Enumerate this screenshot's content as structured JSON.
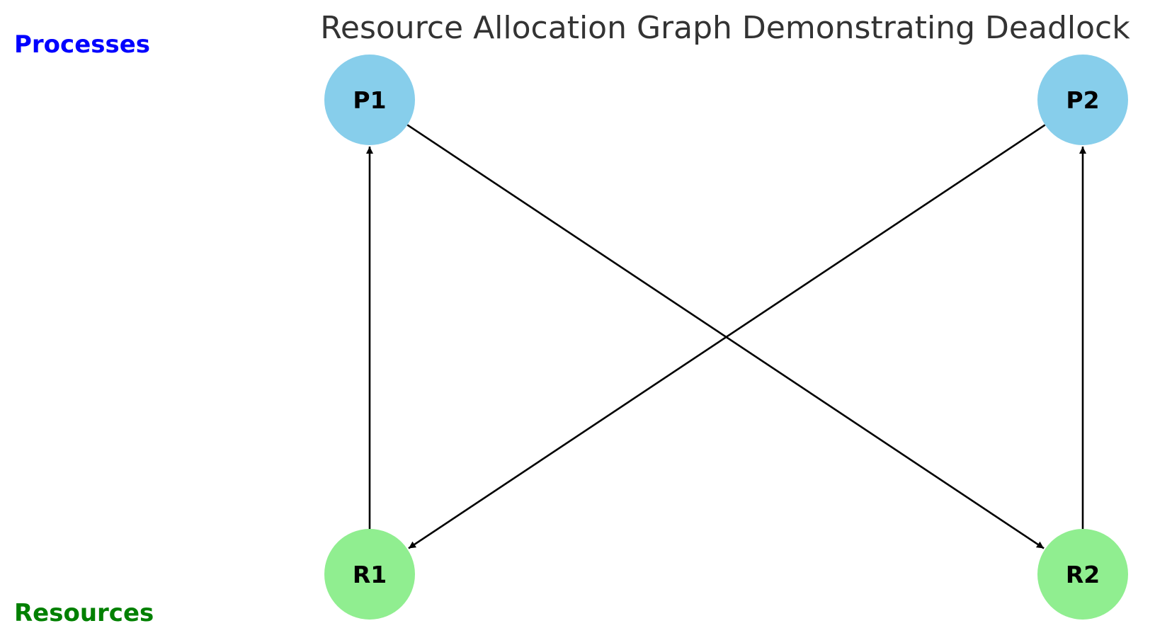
{
  "diagram": {
    "title": "Resource Allocation Graph Demonstrating Deadlock",
    "group_labels": {
      "processes": "Processes",
      "resources": "Resources"
    },
    "colors": {
      "process_node": "#87CEEB",
      "resource_node": "#90EE90",
      "processes_label": "#0000FF",
      "resources_label": "#008000",
      "edge": "#000000"
    },
    "nodes": [
      {
        "id": "P1",
        "label": "P1",
        "kind": "process"
      },
      {
        "id": "P2",
        "label": "P2",
        "kind": "process"
      },
      {
        "id": "R1",
        "label": "R1",
        "kind": "resource"
      },
      {
        "id": "R2",
        "label": "R2",
        "kind": "resource"
      }
    ],
    "edges": [
      {
        "from": "R1",
        "to": "P1"
      },
      {
        "from": "P1",
        "to": "R2"
      },
      {
        "from": "P2",
        "to": "R1"
      },
      {
        "from": "R2",
        "to": "P2"
      }
    ]
  }
}
